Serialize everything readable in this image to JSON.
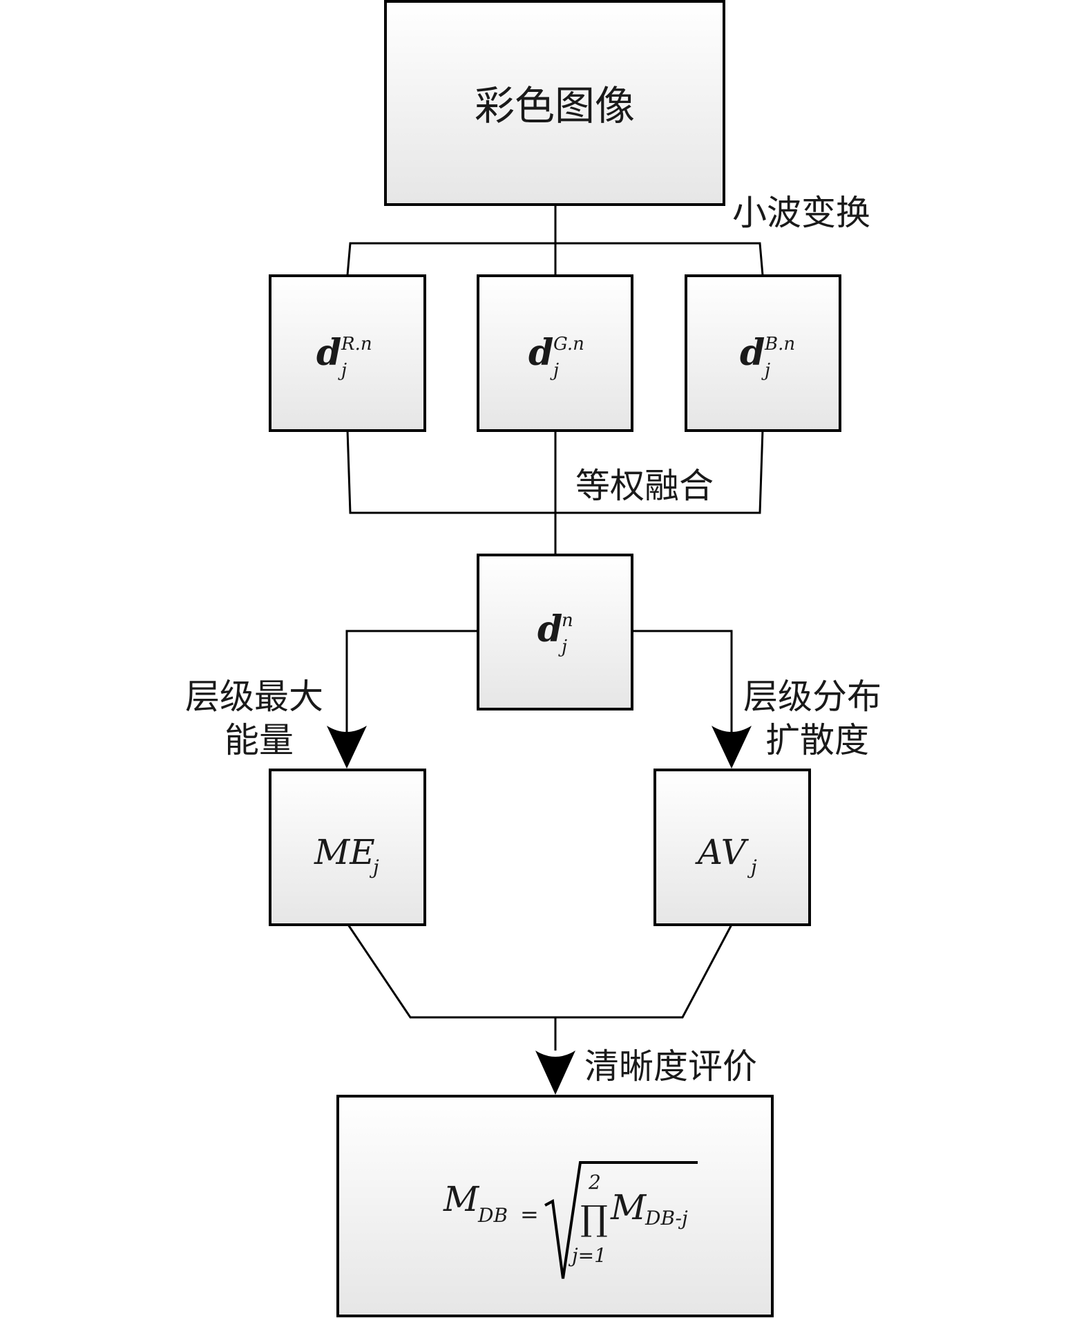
{
  "nodes": {
    "color_image": "彩色图像",
    "d_r": {
      "base": "d",
      "sub": "j",
      "sup": "R.n"
    },
    "d_g": {
      "base": "d",
      "sub": "j",
      "sup": "G.n"
    },
    "d_b": {
      "base": "d",
      "sub": "j",
      "sup": "B.n"
    },
    "d_n": {
      "base": "d",
      "sub": "j",
      "sup": "n"
    },
    "me": {
      "base": "ME",
      "sub": "j"
    },
    "av": {
      "base": "AV",
      "sub": "j"
    },
    "mdb": {
      "lhs": "M",
      "lhs_sub": "DB",
      "eq": "=",
      "prod": "∏",
      "prod_upper": "2",
      "prod_lower": "j=1",
      "rhs": "M",
      "rhs_sub": "DB-j"
    }
  },
  "labels": {
    "wavelet": "小波变换",
    "fusion": "等权融合",
    "max_energy_1": "层级最大",
    "max_energy_2": "能量",
    "spread_1": "层级分布",
    "spread_2": "扩散度",
    "clarity": "清晰度评价"
  }
}
